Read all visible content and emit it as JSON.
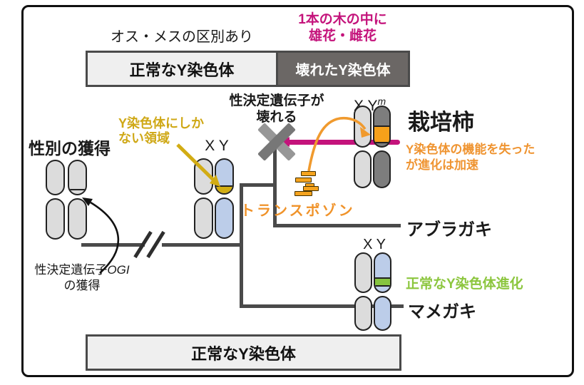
{
  "header": {
    "left_note": "オス・メスの区別あり",
    "right_note_line1": "1本の木の中に",
    "right_note_line2": "雄花・雌花",
    "bar_normal": "正常なY染色体",
    "bar_broken": "壊れたY染色体"
  },
  "tree": {
    "root_label": "性別の獲得",
    "ogi_prefix": "性決定遺伝子",
    "ogi_gene": "OGI",
    "ogi_suffix": "の獲得",
    "y_region_line1": "Y染色体にしか",
    "y_region_line2": "ない領域",
    "ancestor_xy": "X Y",
    "break_line1": "性決定遺伝子が",
    "break_line2": "壊れる",
    "transposon_label": "トランスポゾン"
  },
  "species": {
    "cultivated": {
      "name": "栽培柿",
      "xy": "X Y",
      "y_sup": "m",
      "note_line1": "Y染色体の機能を失った",
      "note_line2": "が進化は加速"
    },
    "aburagaki": {
      "name": "アブラガキ"
    },
    "mamegaki": {
      "name": "マメガキ",
      "xy": "X Y",
      "note": "正常なY染色体進化"
    }
  },
  "footer": {
    "bar_normal": "正常なY染色体"
  },
  "colors": {
    "magenta": "#c4137b",
    "orange_text": "#ef9431",
    "gold_text": "#cfa816",
    "green_text": "#8cc63e",
    "chromosome_gray": "#dcdcdc",
    "chromosome_blue": "#bccde9",
    "chromosome_dark": "#7d7d7d",
    "band_gold": "#d3ae12",
    "band_orange": "#f7a11a",
    "band_green": "#86c440",
    "bar_light": "#efefef",
    "bar_dark": "#6b6765",
    "tree_line": "#4a4a4a"
  }
}
